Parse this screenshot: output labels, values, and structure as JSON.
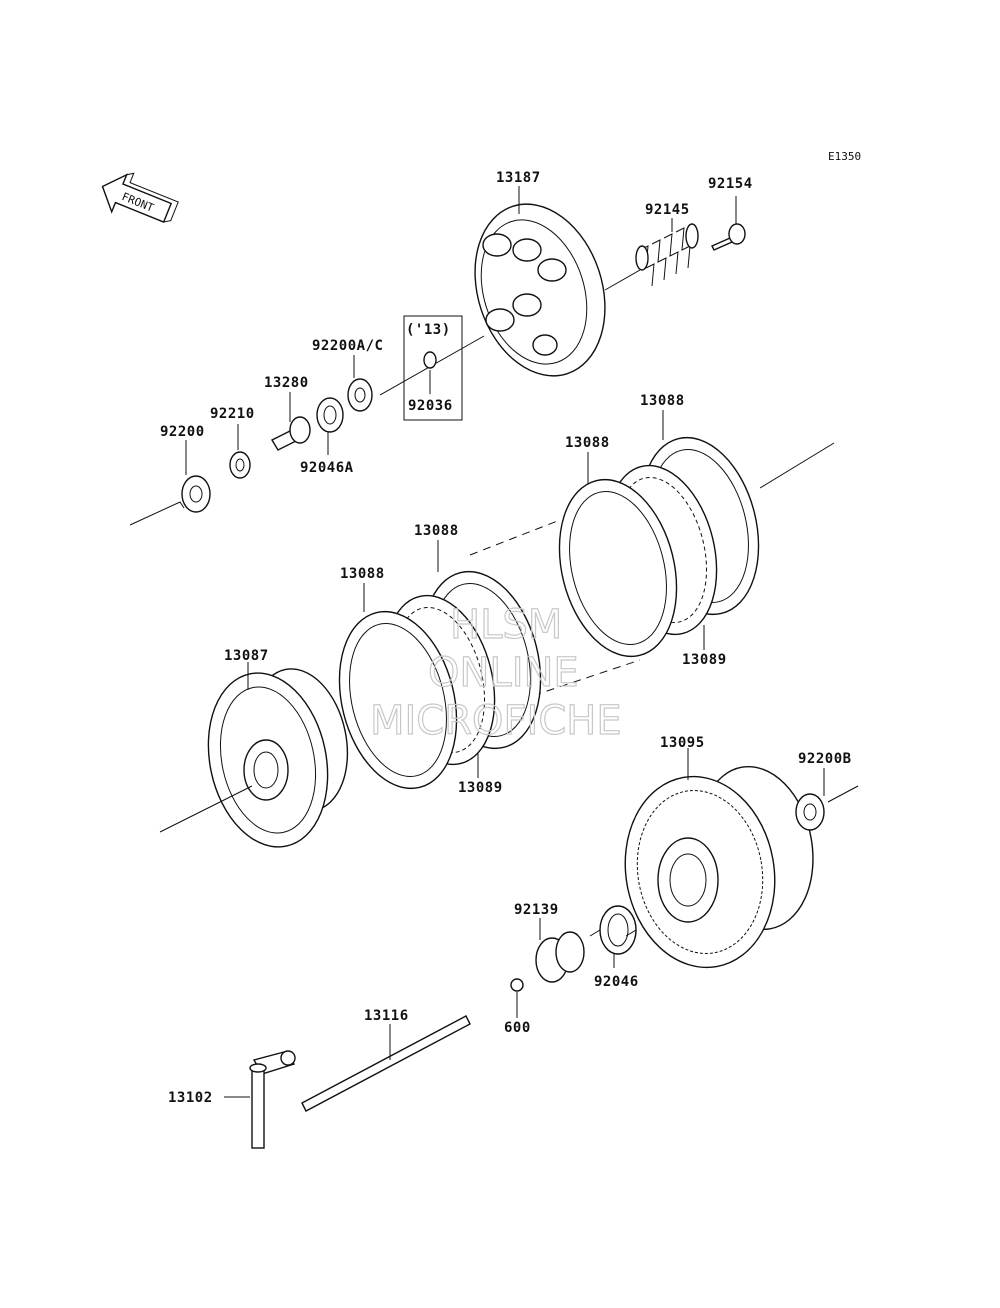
{
  "diagram_code": "E1350",
  "front_label": "FRONT",
  "note_13": "('13)",
  "watermark": {
    "line1": "HLSM",
    "line2": "ONLINE",
    "line3": "MICROFICHE"
  },
  "parts": {
    "p13187": "13187",
    "p92154": "92154",
    "p92145": "92145",
    "p92200ac": "92200A/C",
    "p13280": "13280",
    "p92210": "92210",
    "p92200": "92200",
    "p92046a": "92046A",
    "p92036": "92036",
    "p13088_a": "13088",
    "p13088_b": "13088",
    "p13088_c": "13088",
    "p13088_d": "13088",
    "p13089_a": "13089",
    "p13089_b": "13089",
    "p13087": "13087",
    "p13095": "13095",
    "p92200b": "92200B",
    "p92139": "92139",
    "p92046": "92046",
    "p600": "600",
    "p13116": "13116",
    "p13102": "13102"
  }
}
